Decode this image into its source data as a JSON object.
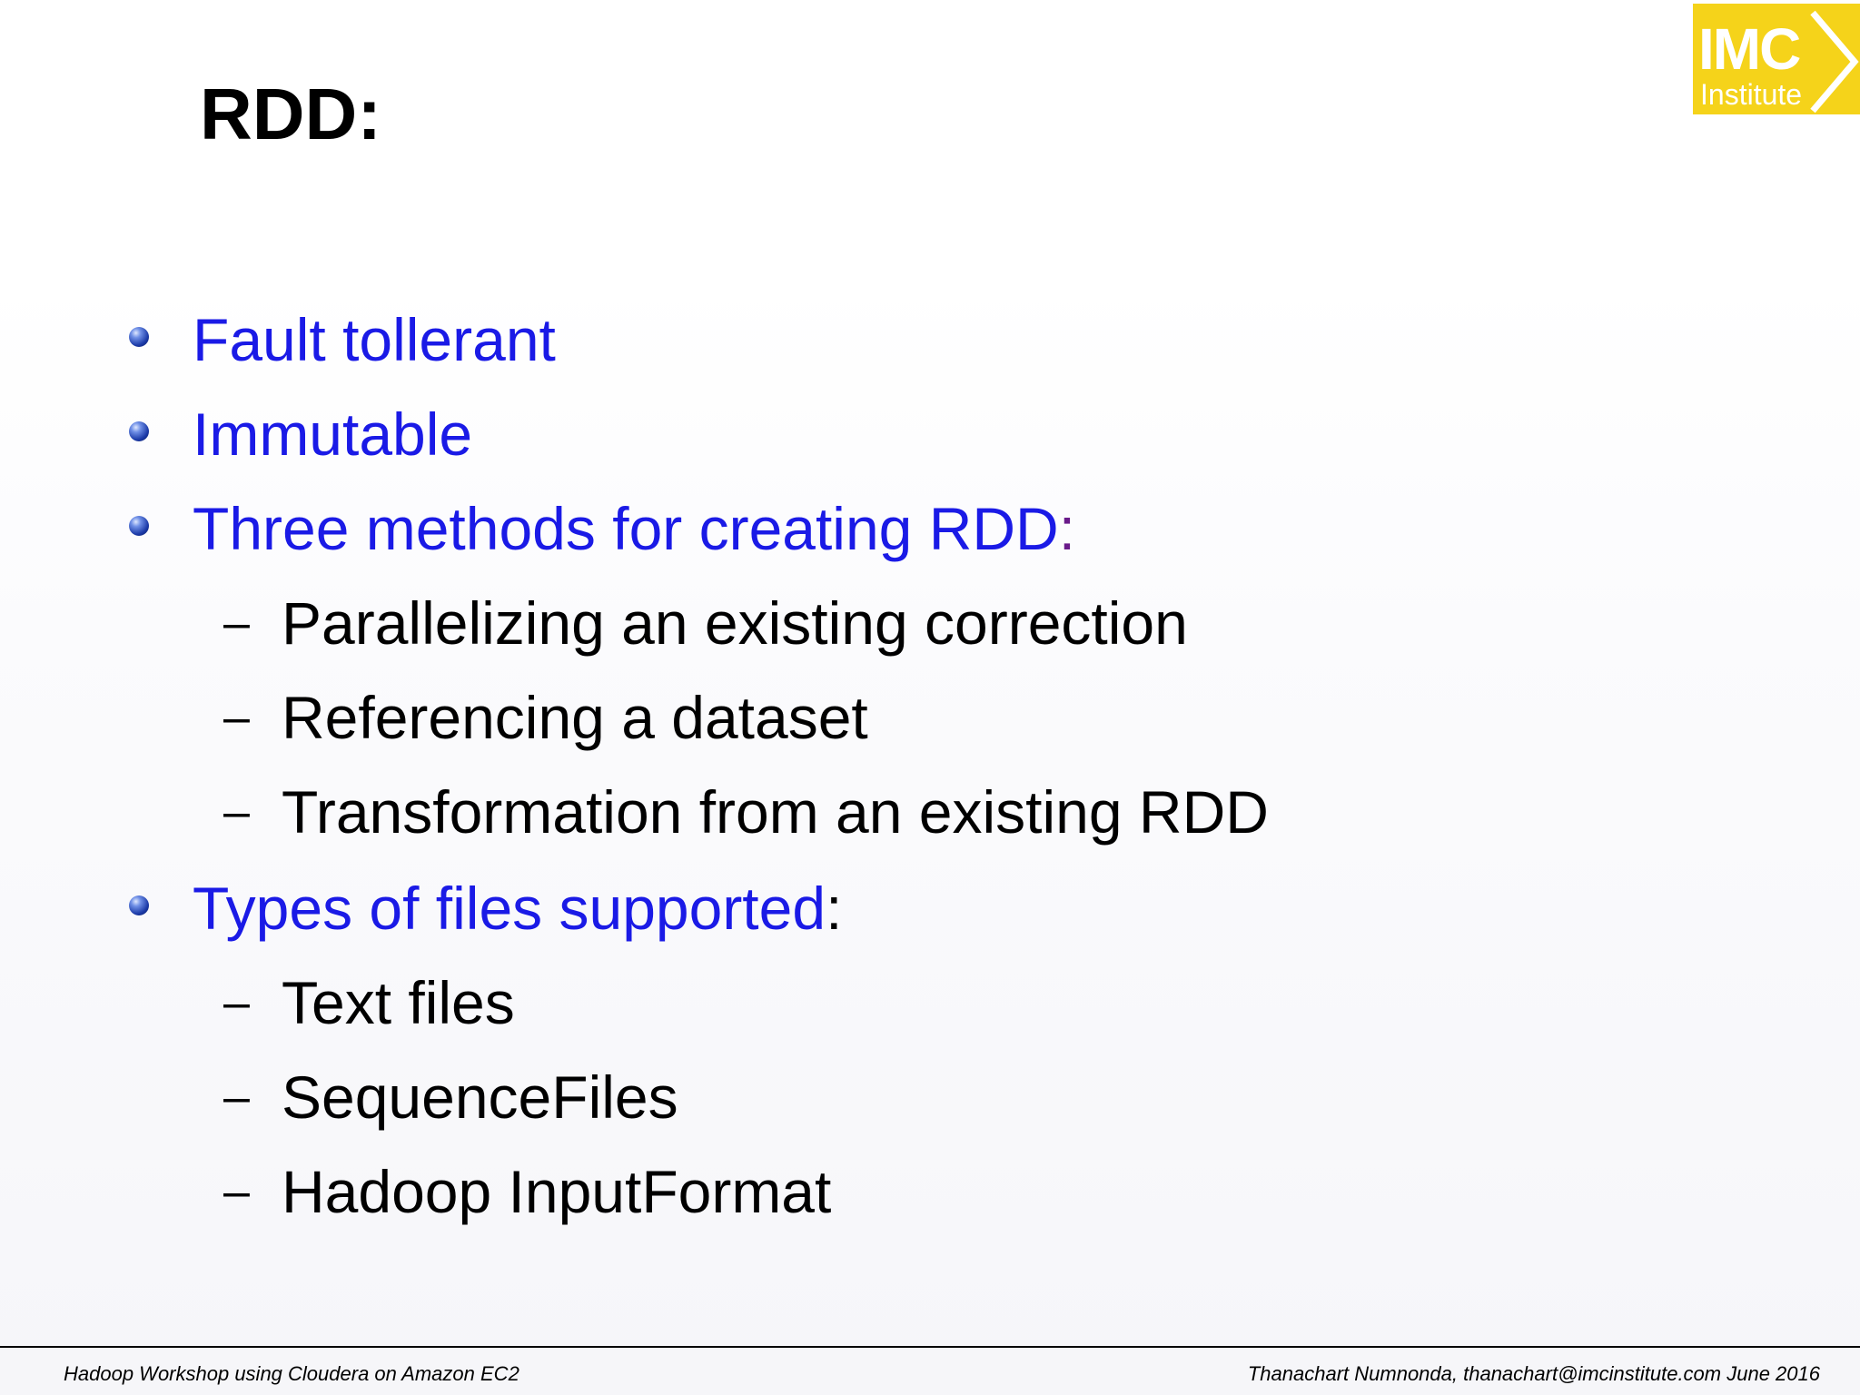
{
  "slide": {
    "title": "RDD:",
    "logo": {
      "main": "IMC",
      "sub": "Institute",
      "color": "#f5d31a"
    },
    "bullets": [
      {
        "text": "Fault tollerant"
      },
      {
        "text": "Immutable"
      },
      {
        "text": "Three methods for creating RDD",
        "suffix": ":",
        "subitems": [
          "Parallelizing an existing correction",
          "Referencing a dataset",
          "Transformation from an existing RDD"
        ]
      },
      {
        "text": "Types of files supported",
        "suffix": ":",
        "subitems": [
          "Text files",
          "SequenceFiles",
          "Hadoop InputFormat"
        ]
      }
    ],
    "sub_marker": "–",
    "colors": {
      "bullet_text": "#1a1ae6",
      "sub_text": "#000000",
      "colon_accent": "#6a1a8a"
    }
  },
  "footer": {
    "left": "Hadoop Workshop using Cloudera on Amazon EC2",
    "right": "Thanachart Numnonda,  thanachart@imcinstitute.com  June 2016"
  }
}
